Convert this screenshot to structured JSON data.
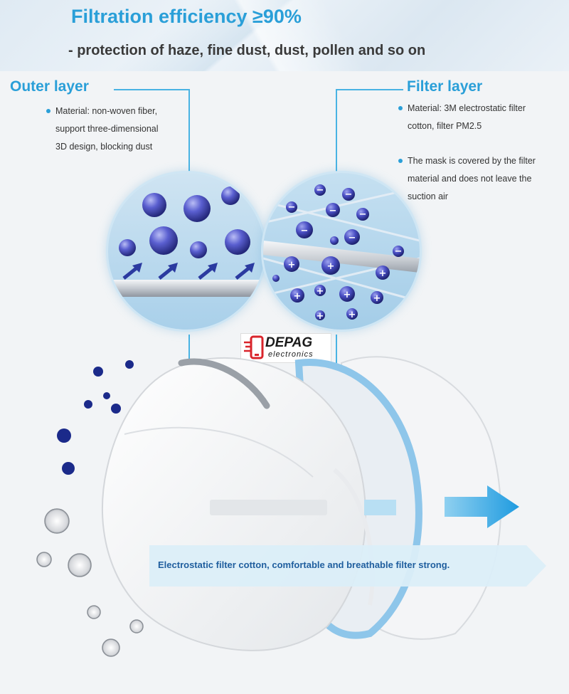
{
  "header": {
    "headline": "Filtration efficiency ≥90%",
    "subline": "- protection of haze, fine dust, dust, pollen and so on"
  },
  "outer_layer": {
    "title": "Outer layer",
    "bullet_lines": [
      "Material: non-woven fiber,",
      "support three-dimensional",
      "3D design, blocking dust"
    ]
  },
  "filter_layer": {
    "title": "Filter layer",
    "bullet1_lines": [
      "Material: 3M electrostatic filter",
      "cotton, filter PM2.5"
    ],
    "bullet2_lines": [
      "The mask is covered by the filter",
      "material and does not leave the",
      "suction air"
    ]
  },
  "logo": {
    "brand": "DEPAG",
    "sub": "electronics"
  },
  "banner": {
    "text": "Electrostatic filter cotton, comfortable and breathable filter strong."
  },
  "colors": {
    "accent_blue": "#2a9fd8",
    "particle_purple": "#3b3fa8",
    "germ_navy": "#1b2a8a",
    "arrow_blue": "#2ba4e0"
  },
  "icons": {
    "logo_mark": "phone-with-lines-icon",
    "flow_arrow": "right-arrow-icon"
  }
}
